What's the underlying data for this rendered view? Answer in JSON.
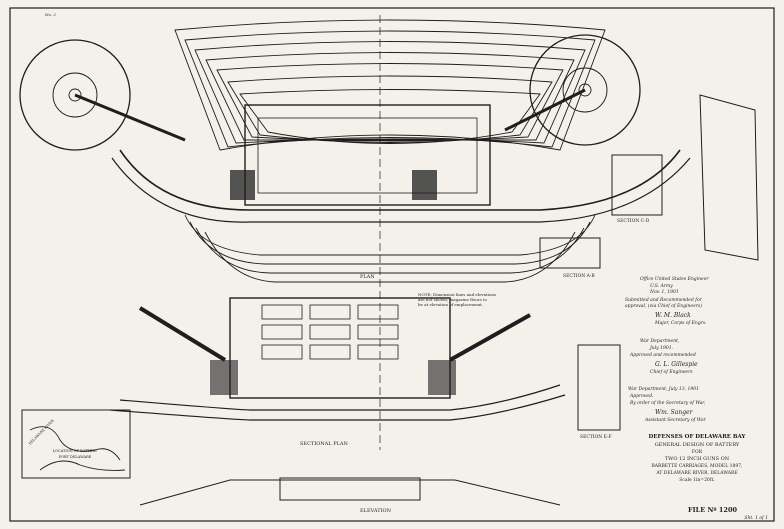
{
  "sheet": {
    "corner_mark": "No. 2"
  },
  "plan_labels": {
    "plan": "PLAN",
    "sectional_plan": "SECTIONAL PLAN",
    "section_a_b": "SECTION A-B",
    "section_c_d": "SECTION C-D",
    "section_e_f": "SECTION E-F",
    "elevation": "ELEVATION"
  },
  "note": {
    "line1": "NOTE: Dimension lines and elevations",
    "line2": "are not shown; magazine floors to",
    "line3": "be at elevation of emplacement."
  },
  "approvals": {
    "engineer_office": "Office United States Engineer",
    "engineer_location": "U.S. Army",
    "engineer_date": "Nov. 1, 1901",
    "submitted_line": "Submitted and Recommended for",
    "approval_line": "approval, (via Chief of Engineers)",
    "engineer_signature": "W. M. Black",
    "engineer_rank": "Major, Corps of Engrs.",
    "war_dept_1": "War Department,",
    "war_dept_1_date": "July 1901.",
    "approved_recommended": "Approved and recommended",
    "chief_signature": "G. L. Gillespie",
    "chief_title": "Chief of Engineers",
    "war_dept_2": "War Department, July 13, 1901",
    "approved_2": "Approved.",
    "by_order": "By order of the Secretary of War,",
    "secretary_signature": "Wm. Sanger",
    "asst_title": "Assistant Secretary of War"
  },
  "title_block": {
    "line1": "DEFENSES OF DELAWARE BAY",
    "line2": "GENERAL DESIGN OF BATTERY",
    "line3": "FOR",
    "line4": "TWO 12 INCH GUNS ON",
    "line5": "BARBETTE CARRIAGES, MODEL 1897,",
    "line6": "AT DELAWARE RIVER, DELAWARE",
    "line7": "Scale 1in=20ft."
  },
  "file_no": "FILE Nº 1200",
  "drawing_no": "Sht. 1 of 1",
  "inset_map": {
    "label1": "LOCATION OF BATTERY",
    "label2": "FORT DELAWARE",
    "water_label": "DELAWARE RIVER"
  }
}
